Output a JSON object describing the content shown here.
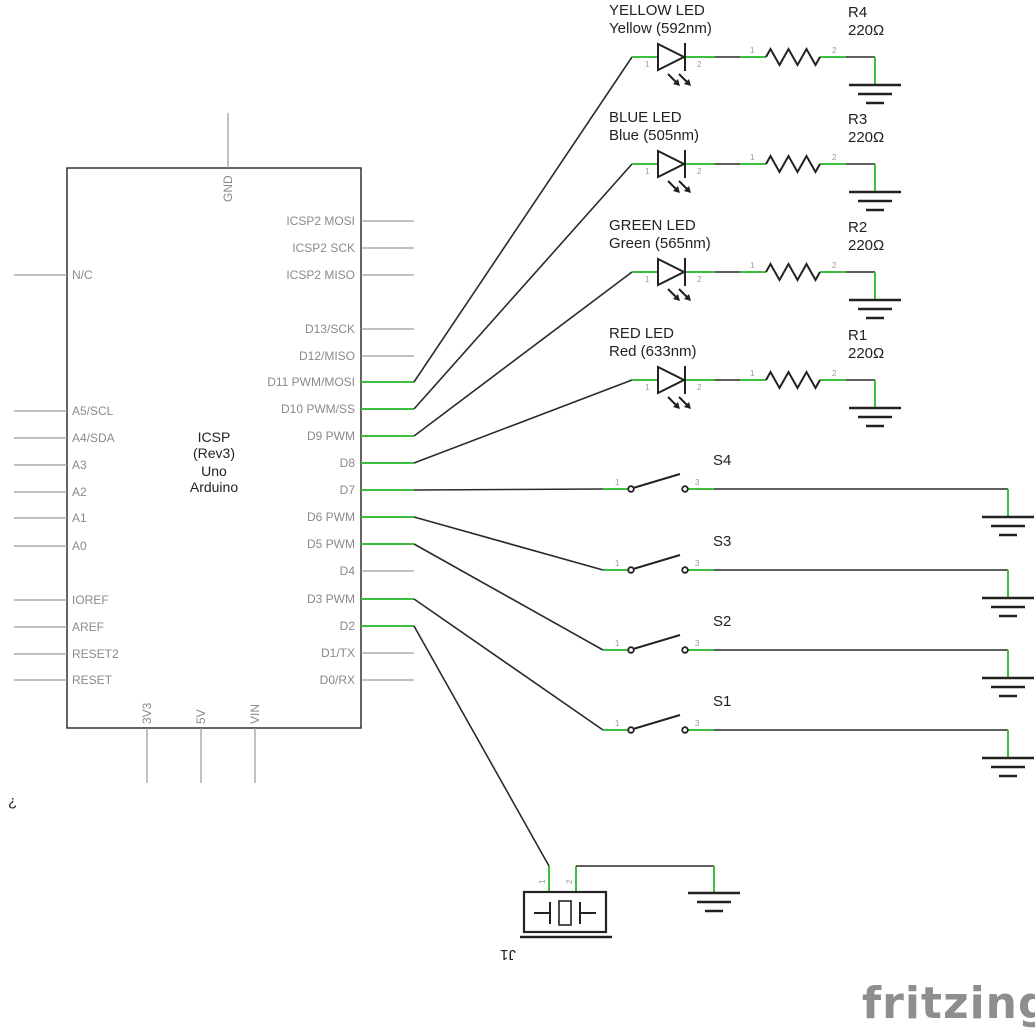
{
  "arduino": {
    "title_lines": [
      "ICSP",
      "(Rev3)",
      "Uno",
      "Arduino"
    ],
    "top_pin": "GND",
    "left_pins": [
      "N/C",
      "A5/SCL",
      "A4/SDA",
      "A3",
      "A2",
      "A1",
      "A0",
      "IOREF",
      "AREF",
      "RESET2",
      "RESET"
    ],
    "right_pins": [
      "ICSP2 MOSI",
      "ICSP2 SCK",
      "ICSP2 MISO",
      "D13/SCK",
      "D12/MISO",
      "D11 PWM/MOSI",
      "D10 PWM/SS",
      "D9 PWM",
      "D8",
      "D7",
      "D6 PWM",
      "D5 PWM",
      "D4",
      "D3 PWM",
      "D2",
      "D1/TX",
      "D0/RX"
    ],
    "bottom_pins": [
      "3V3",
      "5V",
      "VIN"
    ]
  },
  "leds": [
    {
      "name": "YELLOW LED",
      "desc": "Yellow (592nm)",
      "resistor": "R4",
      "value": "220Ω"
    },
    {
      "name": "BLUE LED",
      "desc": "Blue (505nm)",
      "resistor": "R3",
      "value": "220Ω"
    },
    {
      "name": "GREEN LED",
      "desc": "Green (565nm)",
      "resistor": "R2",
      "value": "220Ω"
    },
    {
      "name": "RED LED",
      "desc": "Red (633nm)",
      "resistor": "R1",
      "value": "220Ω"
    }
  ],
  "switches": [
    "S4",
    "S3",
    "S2",
    "S1"
  ],
  "buzzer": {
    "label": "J1"
  },
  "pin_numbers": {
    "one": "1",
    "two": "2",
    "three": "3"
  },
  "stray_mark": "¿",
  "logo": "fritzing",
  "colors": {
    "pin_green": "#3fbf3f",
    "wire": "#2a2a2a",
    "pin_grey": "#9a9a9a",
    "logo_grey": "#8e8e8e"
  }
}
